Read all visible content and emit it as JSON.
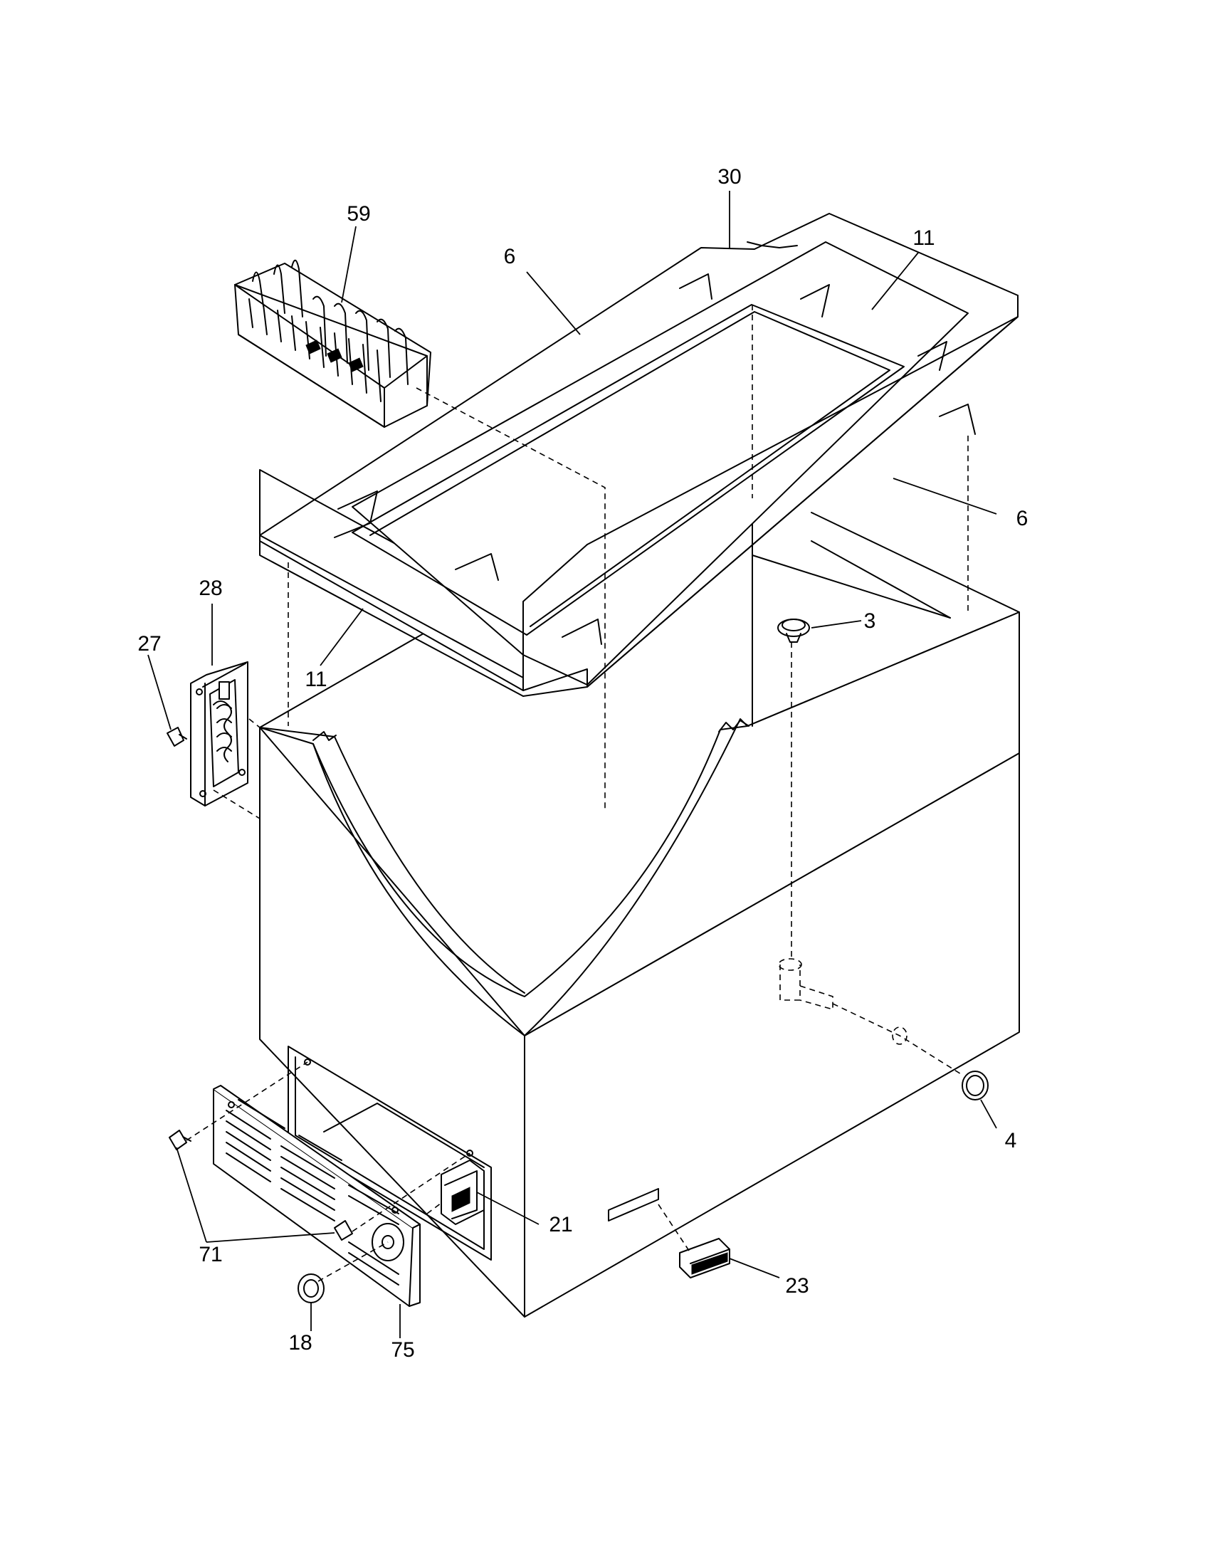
{
  "callouts": {
    "c30": "30",
    "c59": "59",
    "c6a": "6",
    "c11a": "11",
    "c6b": "6",
    "c28": "28",
    "c27": "27",
    "c3": "3",
    "c11b": "11",
    "c4": "4",
    "c21": "21",
    "c71": "71",
    "c23": "23",
    "c18": "18",
    "c75": "75"
  }
}
